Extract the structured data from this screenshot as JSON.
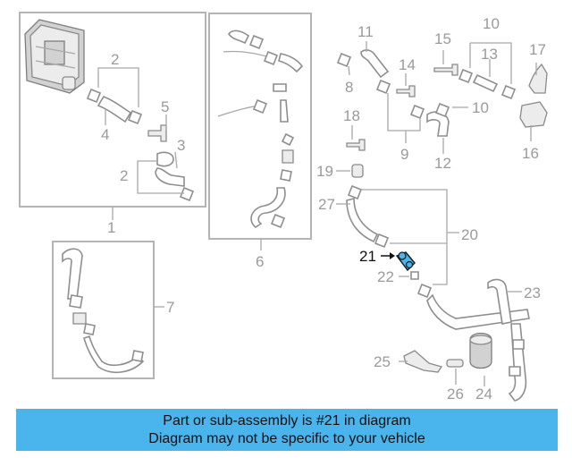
{
  "callouts": {
    "n1": "1",
    "n2a": "2",
    "n2b": "2",
    "n3": "3",
    "n4": "4",
    "n5": "5",
    "n6": "6",
    "n7": "7",
    "n8": "8",
    "n9": "9",
    "n10a": "10",
    "n10b": "10",
    "n11": "11",
    "n12": "12",
    "n13": "13",
    "n14": "14",
    "n15": "15",
    "n16": "16",
    "n17": "17",
    "n18": "18",
    "n19": "19",
    "n20": "20",
    "n21": "21",
    "n22": "22",
    "n23": "23",
    "n24": "24",
    "n25": "25",
    "n26": "26",
    "n27": "27"
  },
  "highlight": {
    "part_number": "21",
    "color": "#4ab4ec"
  },
  "banner": {
    "line1": "Part or sub-assembly is #21 in diagram",
    "line2": "Diagram may not be specific to your vehicle",
    "background": "#4ab4ec"
  }
}
